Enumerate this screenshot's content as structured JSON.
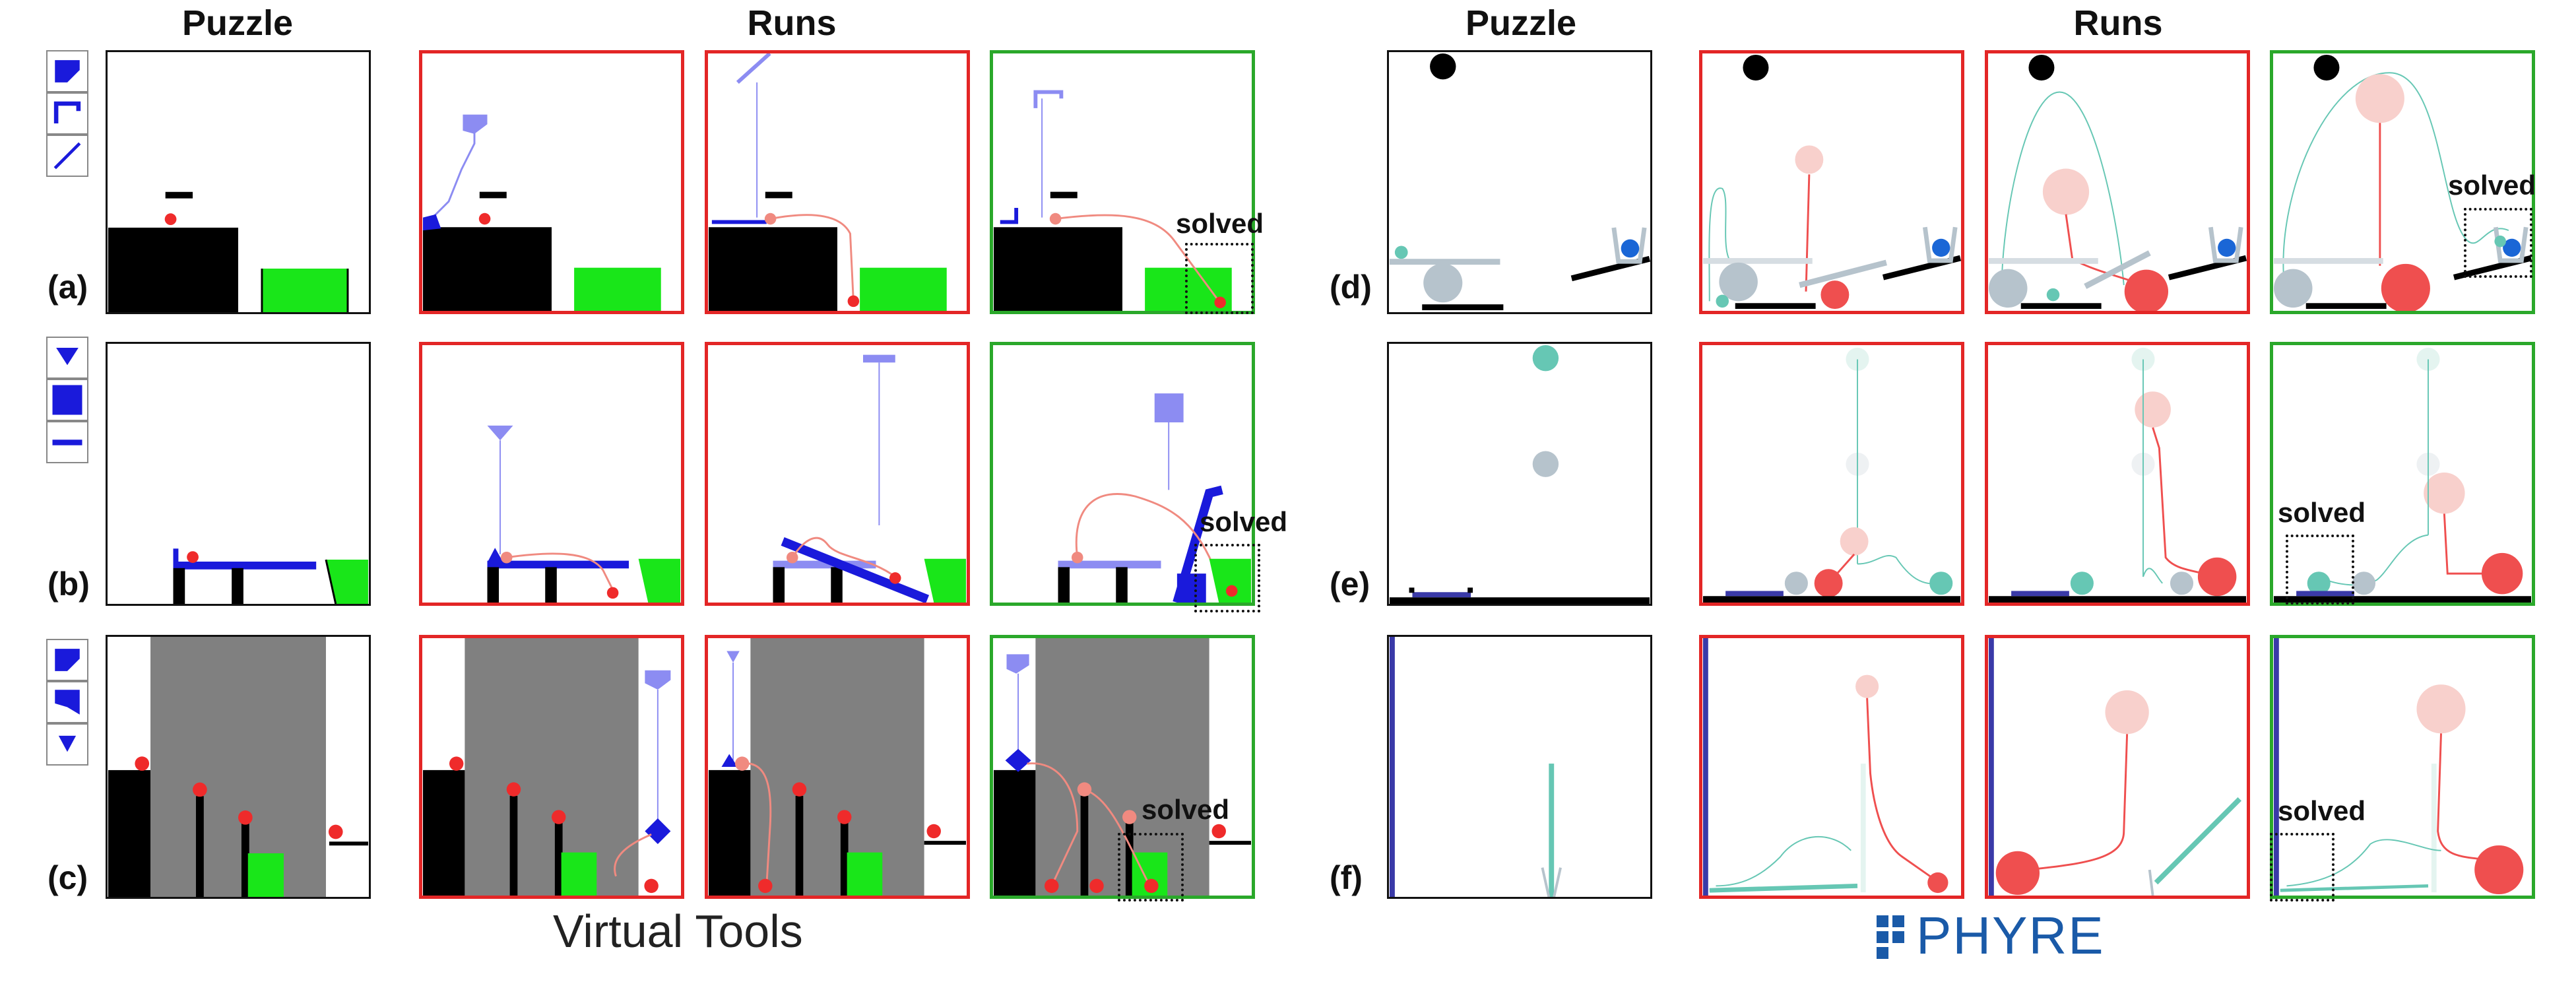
{
  "headers": {
    "vt_puzzle": "Puzzle",
    "vt_runs": "Runs",
    "ph_puzzle": "Puzzle",
    "ph_runs": "Runs"
  },
  "row_labels": [
    "(a)",
    "(b)",
    "(c)",
    "(d)",
    "(e)",
    "(f)"
  ],
  "captions": {
    "virtual_tools": "Virtual Tools",
    "phyre": "PHYRE"
  },
  "solved_label": "solved",
  "colors": {
    "fail_border": "#e32626",
    "success_border": "#2aa82a",
    "goal_green": "#19e619",
    "tool_blue": "#1a1adb",
    "tool_light_blue": "#8c8cf2",
    "ball_red": "#ef2b2b",
    "phyre_teal": "#66c7b4",
    "phyre_gray": "#b6c3cc",
    "wall_gray": "#808080",
    "phyre_logo": "#1a5aa8"
  },
  "tool_icons": {
    "a": [
      "pentagon-tool-icon",
      "hook-tool-icon",
      "line-tool-icon"
    ],
    "b": [
      "triangle-tool-icon",
      "square-tool-icon",
      "bar-tool-icon"
    ],
    "c": [
      "pentagon-tool-icon",
      "cup-tool-icon",
      "triangle-tool-icon"
    ]
  },
  "panel_status": {
    "puzzle": "neutral",
    "run1": "fail",
    "run2": "fail",
    "run3": "solved"
  }
}
